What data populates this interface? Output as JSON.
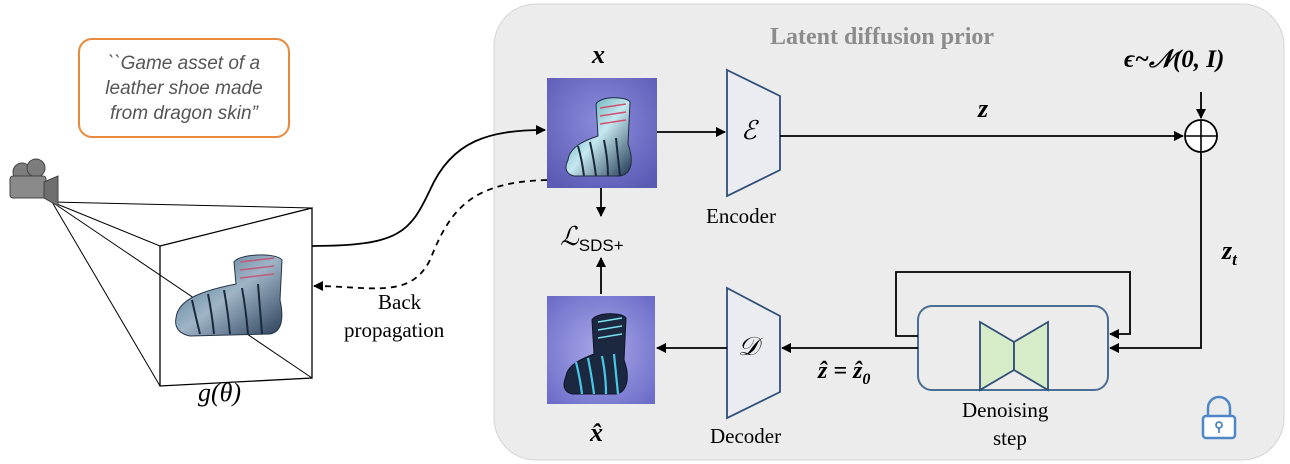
{
  "diagram": {
    "section_title": "Latent diffusion prior",
    "prompt_lines": [
      "``Game asset of a",
      "leather shoe made",
      "from dragon skin”"
    ],
    "labels": {
      "x": "x",
      "x_hat": "x̂",
      "z": "z",
      "z_t_main": "z",
      "z_t_sub": "t",
      "noise": "ϵ~𝒩(0, I)",
      "encoder_symbol": "ℰ",
      "decoder_symbol": "𝒟",
      "encoder": "Encoder",
      "decoder": "Decoder",
      "loss_main": "ℒ",
      "loss_sub": "SDS+",
      "zhat_eq": "ẑ = ẑ",
      "zhat_sub": "0",
      "denoising_line1": "Denoising",
      "denoising_line2": "step",
      "back_line1": "Back",
      "back_line2": "propagation",
      "g_theta": "g(θ)"
    },
    "colors": {
      "panel": "#ececec",
      "prompt_border": "#e8893c",
      "denoise_border": "#4a6e94",
      "unet_fill": "#d6ecc8",
      "lock": "#4f86c6",
      "image_bg": "#7272c8"
    },
    "icons": [
      "camera-icon",
      "lock-icon",
      "unet-icon"
    ]
  }
}
